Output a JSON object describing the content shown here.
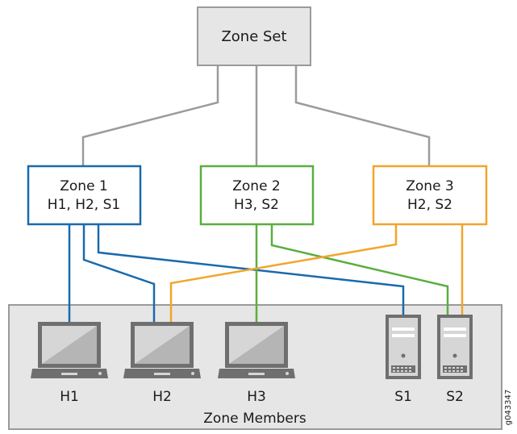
{
  "zone_set": {
    "label": "Zone Set"
  },
  "zones": [
    {
      "name": "Zone 1",
      "members": "H1, H2, S1",
      "color": "#1a6aab"
    },
    {
      "name": "Zone 2",
      "members": "H3, S2",
      "color": "#5aae3f"
    },
    {
      "name": "Zone 3",
      "members": "H2, S2",
      "color": "#f2a52b"
    }
  ],
  "zone_members": {
    "label": "Zone Members",
    "devices": [
      {
        "id": "H1",
        "label": "H1",
        "kind": "laptop-icon"
      },
      {
        "id": "H2",
        "label": "H2",
        "kind": "laptop-icon"
      },
      {
        "id": "H3",
        "label": "H3",
        "kind": "laptop-icon"
      },
      {
        "id": "S1",
        "label": "S1",
        "kind": "server-icon"
      },
      {
        "id": "S2",
        "label": "S2",
        "kind": "server-icon"
      }
    ]
  },
  "connections": [
    {
      "zone": "Zone 1",
      "device": "H1"
    },
    {
      "zone": "Zone 1",
      "device": "H2"
    },
    {
      "zone": "Zone 1",
      "device": "S1"
    },
    {
      "zone": "Zone 2",
      "device": "H3"
    },
    {
      "zone": "Zone 2",
      "device": "S2"
    },
    {
      "zone": "Zone 3",
      "device": "H2"
    },
    {
      "zone": "Zone 3",
      "device": "S2"
    }
  ],
  "figure_id": "g043347",
  "colors": {
    "tree_line": "#9b9b9b",
    "box_fill": "#e6e6e6",
    "box_stroke": "#9a9a9a"
  }
}
